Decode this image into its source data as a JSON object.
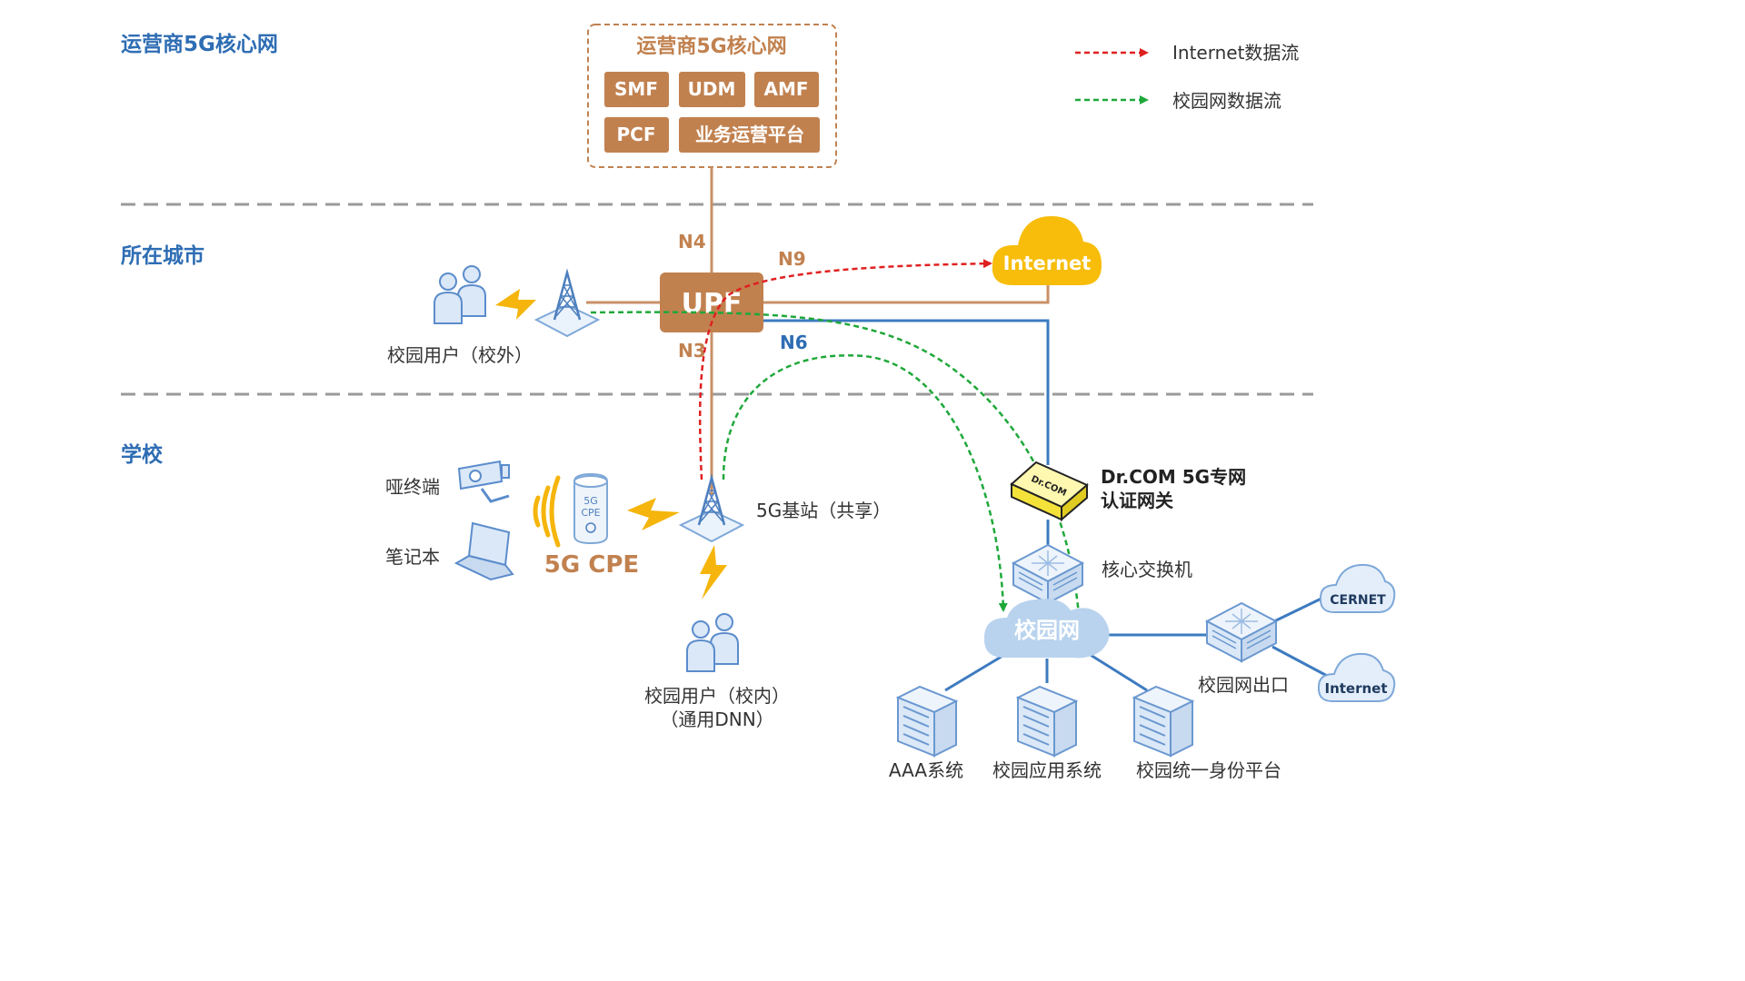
{
  "zones": {
    "operator": "运营商5G核心网",
    "city": "所在城市",
    "school": "学校"
  },
  "core": {
    "title": "运营商5G核心网",
    "functions": [
      "SMF",
      "UDM",
      "AMF",
      "PCF",
      "业务运营平台"
    ]
  },
  "legend": {
    "internet_flow": "Internet数据流",
    "campus_flow": "校园网数据流"
  },
  "interfaces": {
    "n4": "N4",
    "n9": "N9",
    "n3": "N3",
    "n6": "N6"
  },
  "nodes": {
    "upf": "UPF",
    "internet_cloud": "Internet",
    "outside_users": "校园用户（校外）",
    "dumb_terminal": "哑终端",
    "laptop": "笔记本",
    "cpe_caption": "5G CPE",
    "cpe_device_text_1": "5G",
    "cpe_device_text_2": "CPE",
    "base_station": "5G基站（共享）",
    "inside_users_line1": "校园用户（校内）",
    "inside_users_line2": "（通用DNN）",
    "gateway_line1": "Dr.COM 5G专网",
    "gateway_line2": "认证网关",
    "gateway_device_text": "Dr.COM",
    "core_switch": "核心交换机",
    "campus_network": "校园网",
    "campus_exit": "校园网出口",
    "cernet": "CERNET",
    "internet_exit": "Internet",
    "aaa": "AAA系统",
    "campus_apps": "校园应用系统",
    "unified_identity": "校园统一身份平台"
  },
  "colors": {
    "zone_title": "#2e6db4",
    "core_brown": "#c1814f",
    "link_brown": "#c99067",
    "link_blue": "#3d7bc0",
    "internet_flow": "#e02020",
    "campus_flow": "#1fa83a",
    "internet_cloud": "#f7bd0a",
    "campus_cloud": "#b9d3ee",
    "icon_blue": "#7ea8d8",
    "lightning": "#f5b50c",
    "gateway_yellow": "#f4e23a"
  }
}
